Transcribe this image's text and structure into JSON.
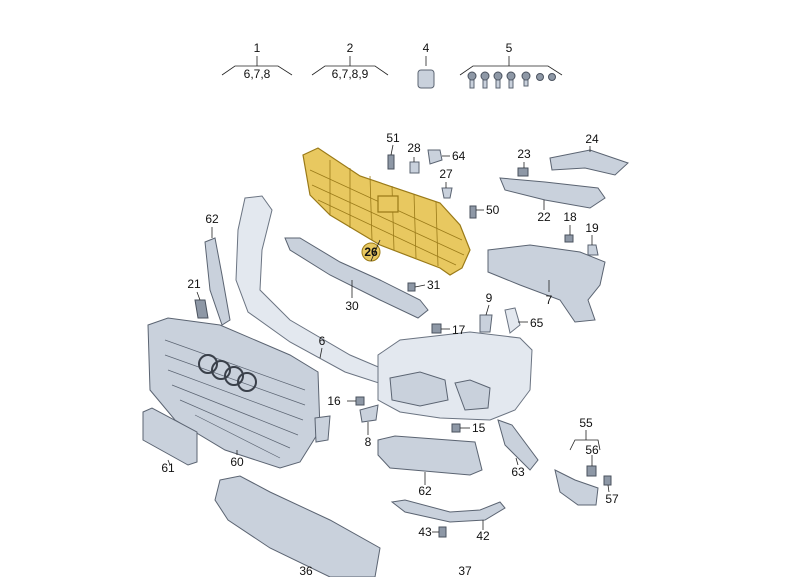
{
  "diagram": {
    "highlight_color": "#e8c860",
    "part_color": "#c9d1dc",
    "header_groups": [
      {
        "number": "1",
        "sub": "6,7,8"
      },
      {
        "number": "2",
        "sub": "6,7,8,9"
      },
      {
        "number": "4",
        "sub": ""
      },
      {
        "number": "5",
        "sub": ""
      }
    ],
    "callouts": [
      {
        "id": "c51",
        "text": "51"
      },
      {
        "id": "c28",
        "text": "28"
      },
      {
        "id": "c64",
        "text": "64"
      },
      {
        "id": "c27",
        "text": "27"
      },
      {
        "id": "c50",
        "text": "50"
      },
      {
        "id": "c24",
        "text": "24"
      },
      {
        "id": "c23",
        "text": "23"
      },
      {
        "id": "c22",
        "text": "22"
      },
      {
        "id": "c18",
        "text": "18"
      },
      {
        "id": "c19",
        "text": "19"
      },
      {
        "id": "c26",
        "text": "26"
      },
      {
        "id": "c62a",
        "text": "62"
      },
      {
        "id": "c21",
        "text": "21"
      },
      {
        "id": "c30",
        "text": "30"
      },
      {
        "id": "c31",
        "text": "31"
      },
      {
        "id": "c7",
        "text": "7"
      },
      {
        "id": "c9",
        "text": "9"
      },
      {
        "id": "c65",
        "text": "65"
      },
      {
        "id": "c17",
        "text": "17"
      },
      {
        "id": "c6",
        "text": "6"
      },
      {
        "id": "c16",
        "text": "16"
      },
      {
        "id": "c8",
        "text": "8"
      },
      {
        "id": "c15",
        "text": "15"
      },
      {
        "id": "c61",
        "text": "61"
      },
      {
        "id": "c60",
        "text": "60"
      },
      {
        "id": "c62b",
        "text": "62"
      },
      {
        "id": "c63",
        "text": "63"
      },
      {
        "id": "c55",
        "text": "55"
      },
      {
        "id": "c56",
        "text": "56"
      },
      {
        "id": "c57",
        "text": "57"
      },
      {
        "id": "c43",
        "text": "43"
      },
      {
        "id": "c42",
        "text": "42"
      },
      {
        "id": "c36",
        "text": "36"
      },
      {
        "id": "c37",
        "text": "37"
      }
    ]
  }
}
